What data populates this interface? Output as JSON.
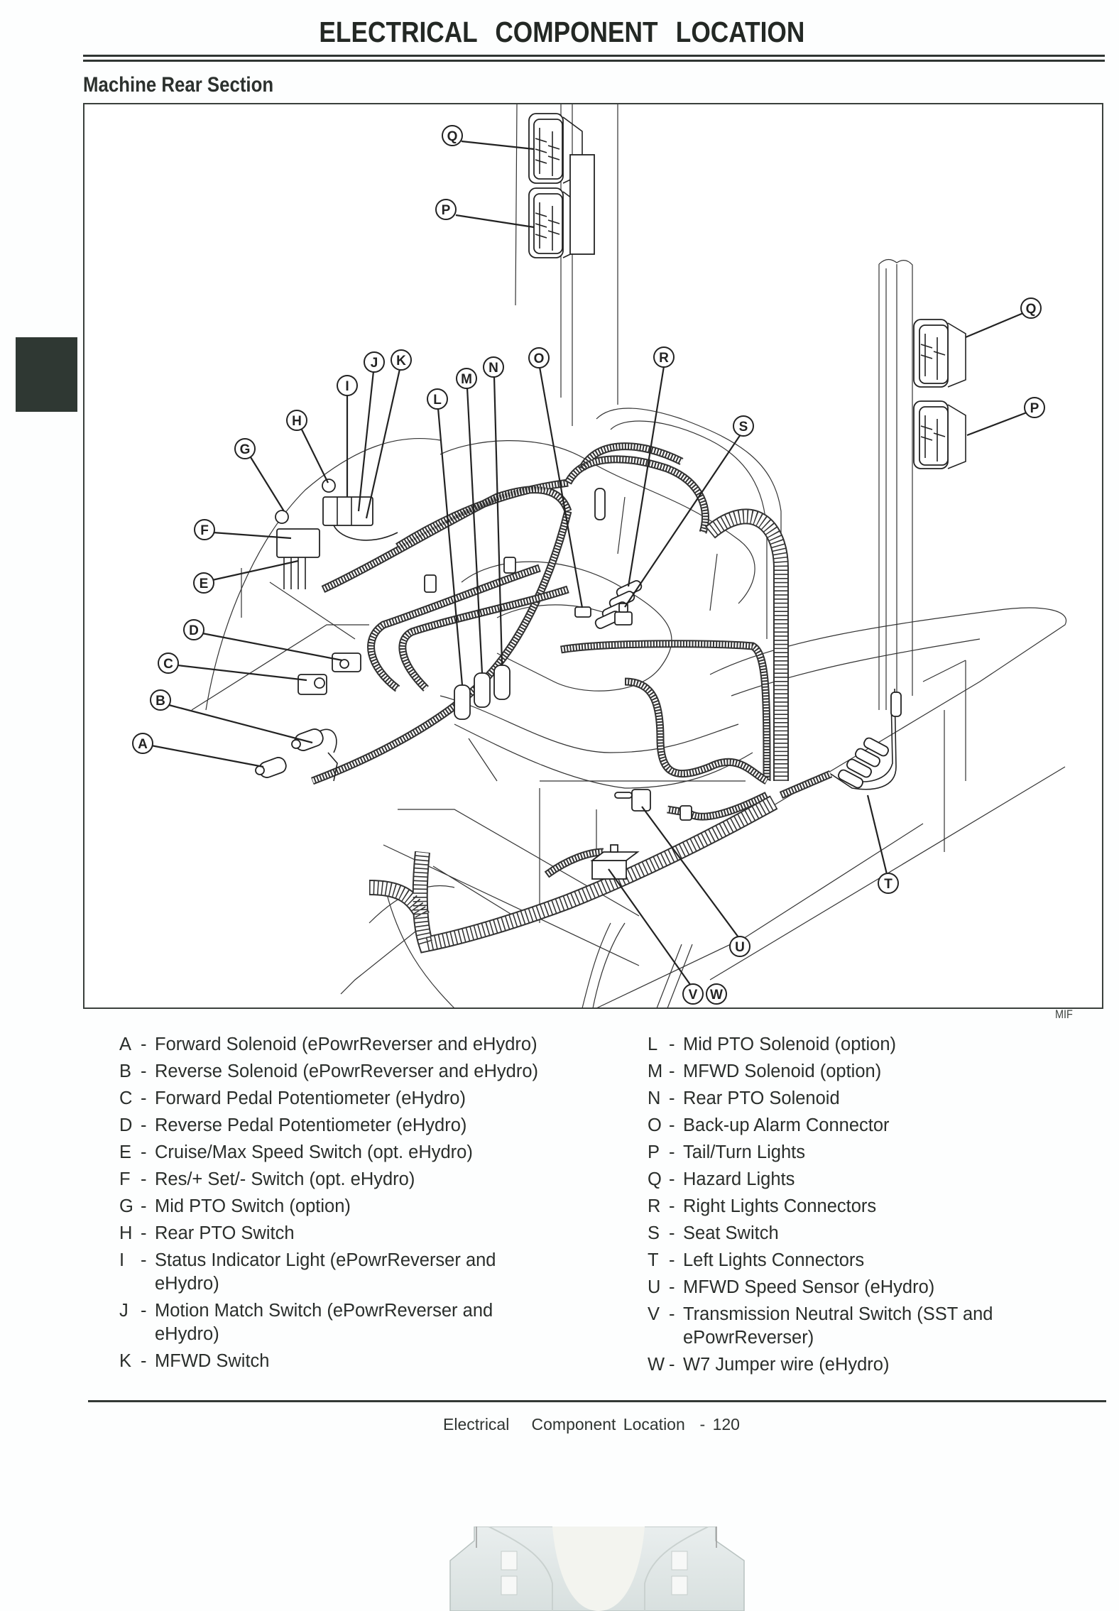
{
  "header": {
    "title": "ELECTRICAL   COMPONENT LOCATION",
    "section": "Machine Rear Section"
  },
  "diagram": {
    "figure_code": "MIF",
    "callouts": {
      "A": "A",
      "B": "B",
      "C": "C",
      "D": "D",
      "E": "E",
      "F": "F",
      "G": "G",
      "H": "H",
      "I": "I",
      "J": "J",
      "K": "K",
      "L": "L",
      "M": "M",
      "N": "N",
      "O": "O",
      "P_left": "P",
      "Q_left": "Q",
      "P_right": "P",
      "Q_right": "Q",
      "R": "R",
      "S": "S",
      "T": "T",
      "U": "U",
      "V": "V",
      "W": "W"
    }
  },
  "legend": {
    "left": [
      {
        "letter": "A",
        "text": "Forward Solenoid (ePowrReverser and eHydro)"
      },
      {
        "letter": "B",
        "text": "Reverse Solenoid (ePowrReverser and eHydro)"
      },
      {
        "letter": "C",
        "text": "Forward Pedal Potentiometer (eHydro)"
      },
      {
        "letter": "D",
        "text": "Reverse Pedal Potentiometer (eHydro)"
      },
      {
        "letter": "E",
        "text": "Cruise/Max Speed Switch (opt. eHydro)"
      },
      {
        "letter": "F",
        "text": "Res/+ Set/- Switch (opt. eHydro)"
      },
      {
        "letter": "G",
        "text": "Mid PTO Switch (option)"
      },
      {
        "letter": "H",
        "text": "Rear PTO Switch"
      },
      {
        "letter": "I",
        "text": "Status Indicator Light (ePowrReverser and eHydro)"
      },
      {
        "letter": "J",
        "text": "Motion Match Switch (ePowrReverser and eHydro)"
      },
      {
        "letter": "K",
        "text": "MFWD Switch"
      }
    ],
    "right": [
      {
        "letter": "L",
        "text": "Mid PTO Solenoid (option)"
      },
      {
        "letter": "M",
        "text": "MFWD Solenoid (option)"
      },
      {
        "letter": "N",
        "text": "Rear PTO Solenoid"
      },
      {
        "letter": "O",
        "text": "Back-up Alarm Connector"
      },
      {
        "letter": "P",
        "text": "Tail/Turn Lights"
      },
      {
        "letter": "Q",
        "text": "Hazard Lights"
      },
      {
        "letter": "R",
        "text": "Right Lights Connectors"
      },
      {
        "letter": "S",
        "text": "Seat Switch"
      },
      {
        "letter": "T",
        "text": "Left Lights Connectors"
      },
      {
        "letter": "U",
        "text": "MFWD Speed Sensor (eHydro)"
      },
      {
        "letter": "V",
        "text": "Transmission Neutral Switch (SST and ePowrReverser)"
      },
      {
        "letter": "W",
        "text": "W7 Jumper wire (eHydro)"
      }
    ],
    "dash": "-"
  },
  "footer": {
    "text": "Electrical   Component Location  - 120"
  }
}
